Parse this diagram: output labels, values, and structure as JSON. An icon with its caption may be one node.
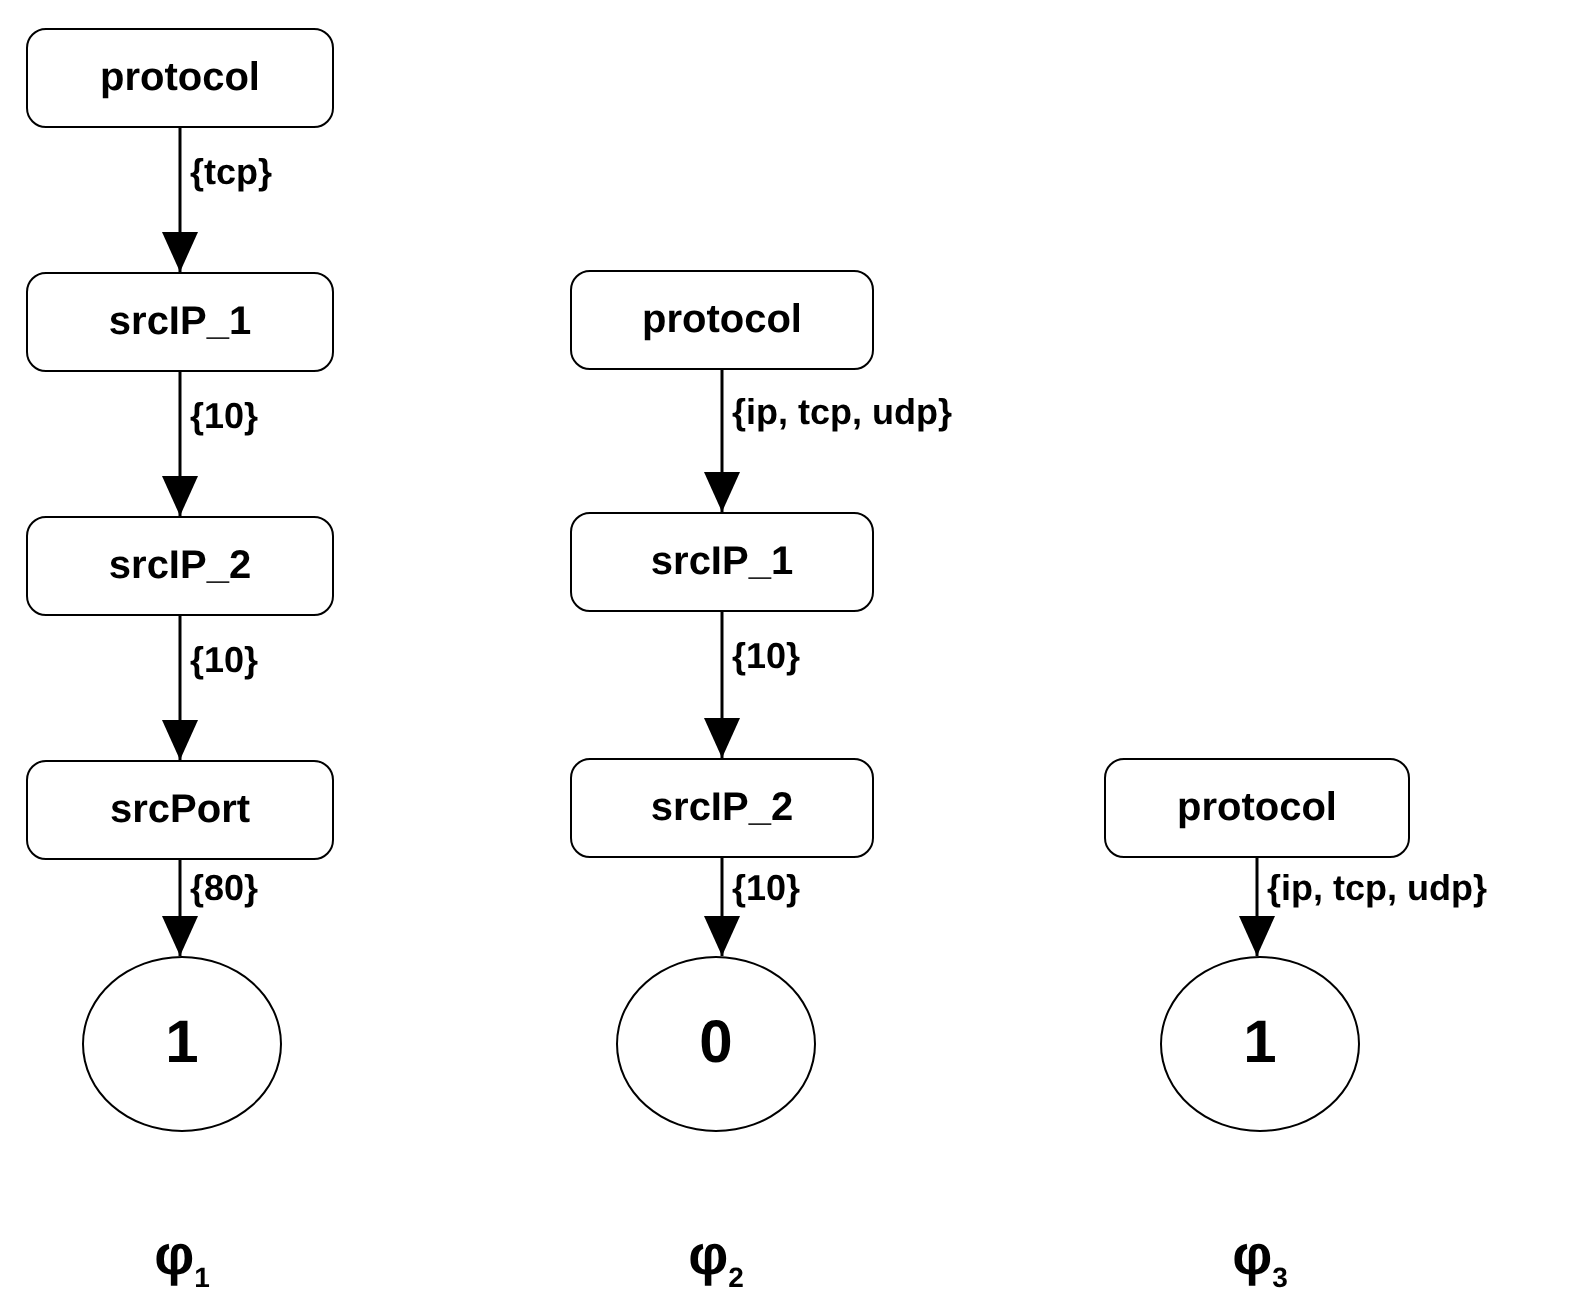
{
  "diagram": {
    "nodes": [
      {
        "text": [
          "protocol"
        ]
      },
      {
        "text": [
          "srcIP_1"
        ]
      },
      {
        "text": [
          "srcIP_2"
        ]
      },
      {
        "text": [
          "srcPort"
        ]
      },
      {
        "text": [
          "1"
        ]
      },
      {
        "text": [
          "protocol"
        ]
      },
      {
        "text": [
          "srcIP_1"
        ]
      },
      {
        "text": [
          "srcIP_2"
        ]
      },
      {
        "text": [
          "0"
        ]
      },
      {
        "text": [
          "protocol"
        ]
      },
      {
        "text": [
          "1"
        ]
      }
    ],
    "edges": [
      {
        "from": 0,
        "to": 1,
        "arrow": "to",
        "label": "{tcp}"
      },
      {
        "from": 1,
        "to": 2,
        "arrow": "to",
        "label": "{10}"
      },
      {
        "from": 2,
        "to": 3,
        "arrow": "to",
        "label": "{10}"
      },
      {
        "from": 3,
        "to": 4,
        "arrow": "to",
        "label": "{80}"
      },
      {
        "from": 5,
        "to": 6,
        "arrow": "to",
        "label": "{ip, tcp, udp}"
      },
      {
        "from": 6,
        "to": 7,
        "arrow": "to",
        "label": "{10}"
      },
      {
        "from": 7,
        "to": 8,
        "arrow": "to",
        "label": "{10}"
      },
      {
        "from": 9,
        "to": 10,
        "arrow": "to",
        "label": "{ip, tcp, udp}"
      }
    ],
    "labels": [
      "φ$_{1}$",
      "φ$_{2}$",
      "φ$_{3}$"
    ]
  }
}
